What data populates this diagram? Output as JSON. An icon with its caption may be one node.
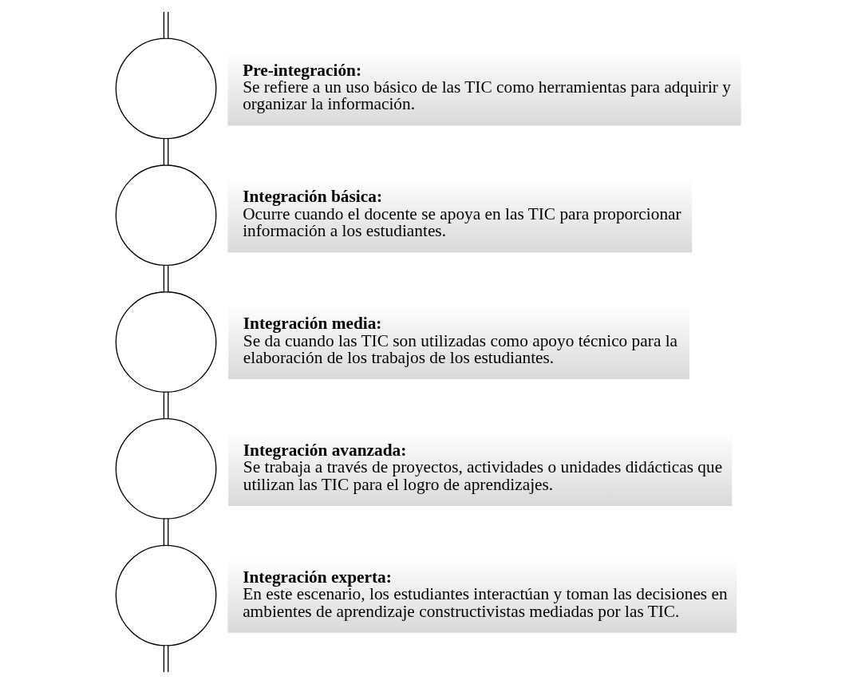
{
  "diagram": {
    "nodes": [
      {
        "text": [],
        "shape": "circle"
      },
      {
        "text": [
          "Pre-integración:",
          "Se refiere a un uso básico de las TIC como herramientas para adquirir y organizar la información."
        ]
      },
      {
        "text": [],
        "shape": "circle"
      },
      {
        "text": [
          "Integración básica:",
          "Ocurre cuando el docente se apoya en las TIC para proporcionar información a los estudiantes."
        ]
      },
      {
        "text": [],
        "shape": "circle"
      },
      {
        "text": [
          "Integración media:",
          "Se da cuando las TIC son utilizadas como apoyo técnico para la elaboración de los trabajos de los estudiantes."
        ]
      },
      {
        "text": [],
        "shape": "circle"
      },
      {
        "text": [
          "Integración avanzada:",
          "Se trabaja a través de proyectos, actividades o unidades didácticas que utilizan las TIC para el logro de aprendizajes."
        ]
      },
      {
        "text": [],
        "shape": "circle"
      },
      {
        "text": [
          "Integración experta:",
          "En este escenario, los estudiantes interactúan y toman las decisiones en ambientes de aprendizaje constructivistas mediadas por las TIC."
        ]
      }
    ],
    "edges": [
      {
        "from": null,
        "to": 0,
        "arrow": "none"
      },
      {
        "from": 0,
        "to": 2,
        "arrow": "none"
      },
      {
        "from": 2,
        "to": 4,
        "arrow": "none"
      },
      {
        "from": 4,
        "to": 6,
        "arrow": "none"
      },
      {
        "from": 6,
        "to": 8,
        "arrow": "none"
      },
      {
        "from": 8,
        "to": null,
        "arrow": "none"
      }
    ]
  }
}
